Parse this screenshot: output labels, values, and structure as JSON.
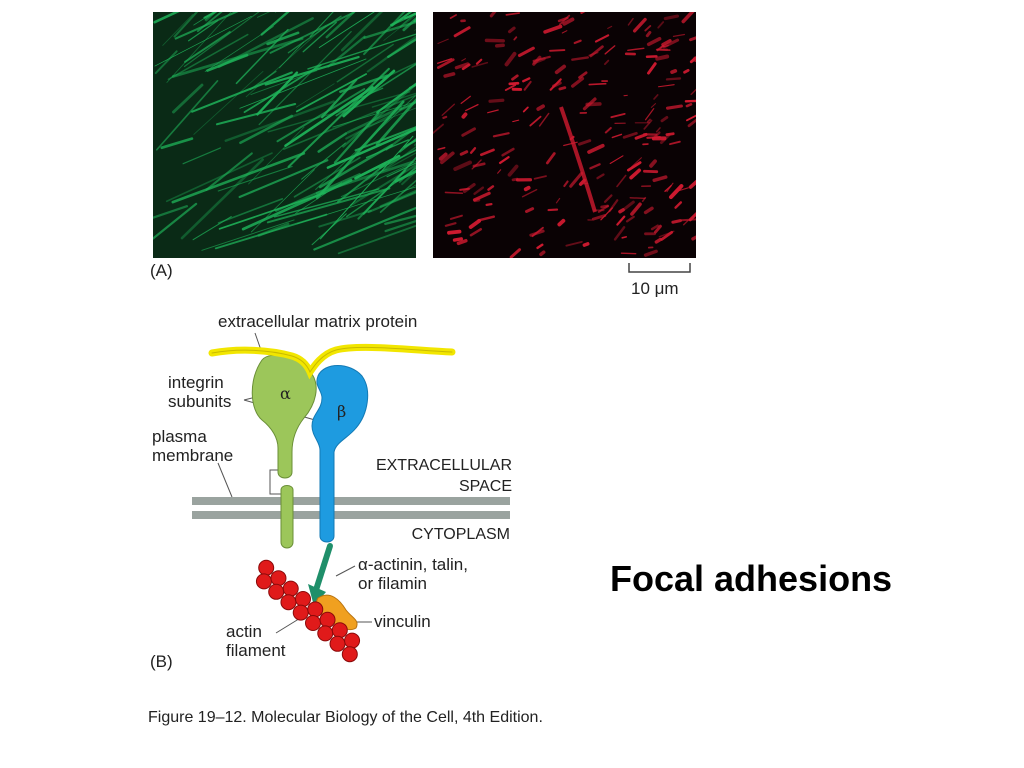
{
  "panel_a": {
    "label": "(A)",
    "scale_bar": "10 μm"
  },
  "panel_b": {
    "label": "(B)",
    "labels": {
      "ecm_protein": "extracellular matrix protein",
      "integrin_line1": "integrin",
      "integrin_line2": "subunits",
      "alpha": "α",
      "beta": "β",
      "membrane_line1": "plasma",
      "membrane_line2": "membrane",
      "extracellular_line1": "EXTRACELLULAR",
      "extracellular_line2": "SPACE",
      "cytoplasm": "CYTOPLASM",
      "adaptor_line1": "α-actinin, talin,",
      "adaptor_line2": "or filamin",
      "vinculin": "vinculin",
      "actin_line1": "actin",
      "actin_line2": "filament"
    }
  },
  "title": "Focal adhesions",
  "caption": "Figure 19–12. Molecular Biology of the Cell, 4th Edition.",
  "colors": {
    "actin_stain": "#1fb45a",
    "adhesion_stain": "#d01a30",
    "ecm_protein": "#f2e600",
    "alpha_subunit": "#9cc65a",
    "beta_subunit": "#1e9be0",
    "membrane": "#9aa39f",
    "adaptor": "#1f8f6a",
    "vinculin": "#f0a020",
    "actin_filament": "#e01a1a"
  }
}
